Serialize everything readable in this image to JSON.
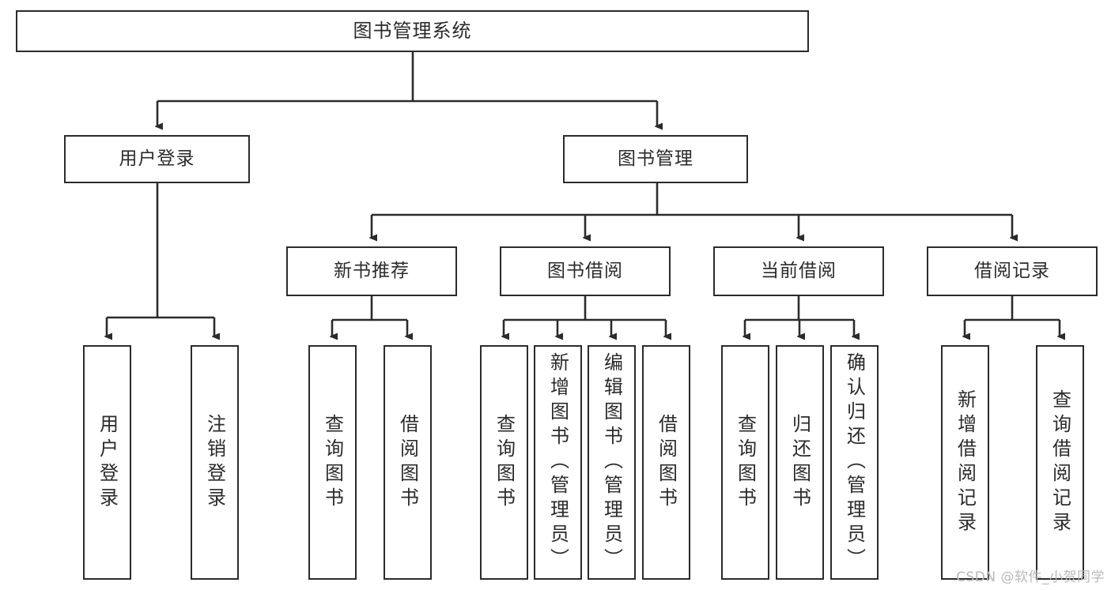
{
  "diagram": {
    "title": "图书管理系统",
    "watermark": "CSDN @软件_小贺同学",
    "stroke_color": "#2b2b2b",
    "background_color": "#ffffff",
    "watermark_color": "#b9b9b9",
    "levels": {
      "root": {
        "label": "图书管理系统"
      },
      "level2": [
        {
          "label": "用户登录"
        },
        {
          "label": "图书管理"
        }
      ],
      "level3": [
        {
          "label": "新书推荐"
        },
        {
          "label": "图书借阅"
        },
        {
          "label": "当前借阅"
        },
        {
          "label": "借阅记录"
        }
      ],
      "leaves": [
        {
          "label": "用户登录",
          "parent": "用户登录"
        },
        {
          "label": "注销登录",
          "parent": "用户登录"
        },
        {
          "label": "查询图书",
          "parent": "新书推荐"
        },
        {
          "label": "借阅图书",
          "parent": "新书推荐"
        },
        {
          "label": "查询图书",
          "parent": "图书借阅"
        },
        {
          "label": "新增图书（管理员）",
          "parent": "图书借阅"
        },
        {
          "label": "编辑图书（管理员）",
          "parent": "图书借阅"
        },
        {
          "label": "借阅图书",
          "parent": "图书借阅"
        },
        {
          "label": "查询图书",
          "parent": "当前借阅"
        },
        {
          "label": "归还图书",
          "parent": "当前借阅"
        },
        {
          "label": "确认归还（管理员）",
          "parent": "当前借阅"
        },
        {
          "label": "新增借阅记录",
          "parent": "借阅记录"
        },
        {
          "label": "查询借阅记录",
          "parent": "借阅记录"
        }
      ]
    }
  }
}
